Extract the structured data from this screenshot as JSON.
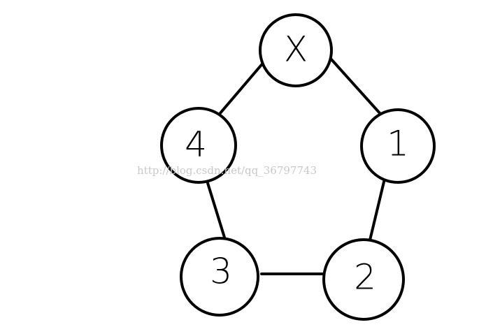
{
  "diagram": {
    "type": "graph",
    "nodes": [
      {
        "id": "x",
        "label": "X"
      },
      {
        "id": "n1",
        "label": "1"
      },
      {
        "id": "n2",
        "label": "2"
      },
      {
        "id": "n3",
        "label": "3"
      },
      {
        "id": "n4",
        "label": "4"
      }
    ],
    "edges": [
      {
        "from": "x",
        "to": "n1"
      },
      {
        "from": "n1",
        "to": "n2"
      },
      {
        "from": "n2",
        "to": "n3"
      },
      {
        "from": "n3",
        "to": "n4"
      },
      {
        "from": "n4",
        "to": "x"
      }
    ],
    "colors": {
      "stroke": "#000000",
      "fill": "#ffffff",
      "watermark": "#c9c9c9"
    }
  },
  "watermark": "http://blog.csdn.net/qq_36797743"
}
